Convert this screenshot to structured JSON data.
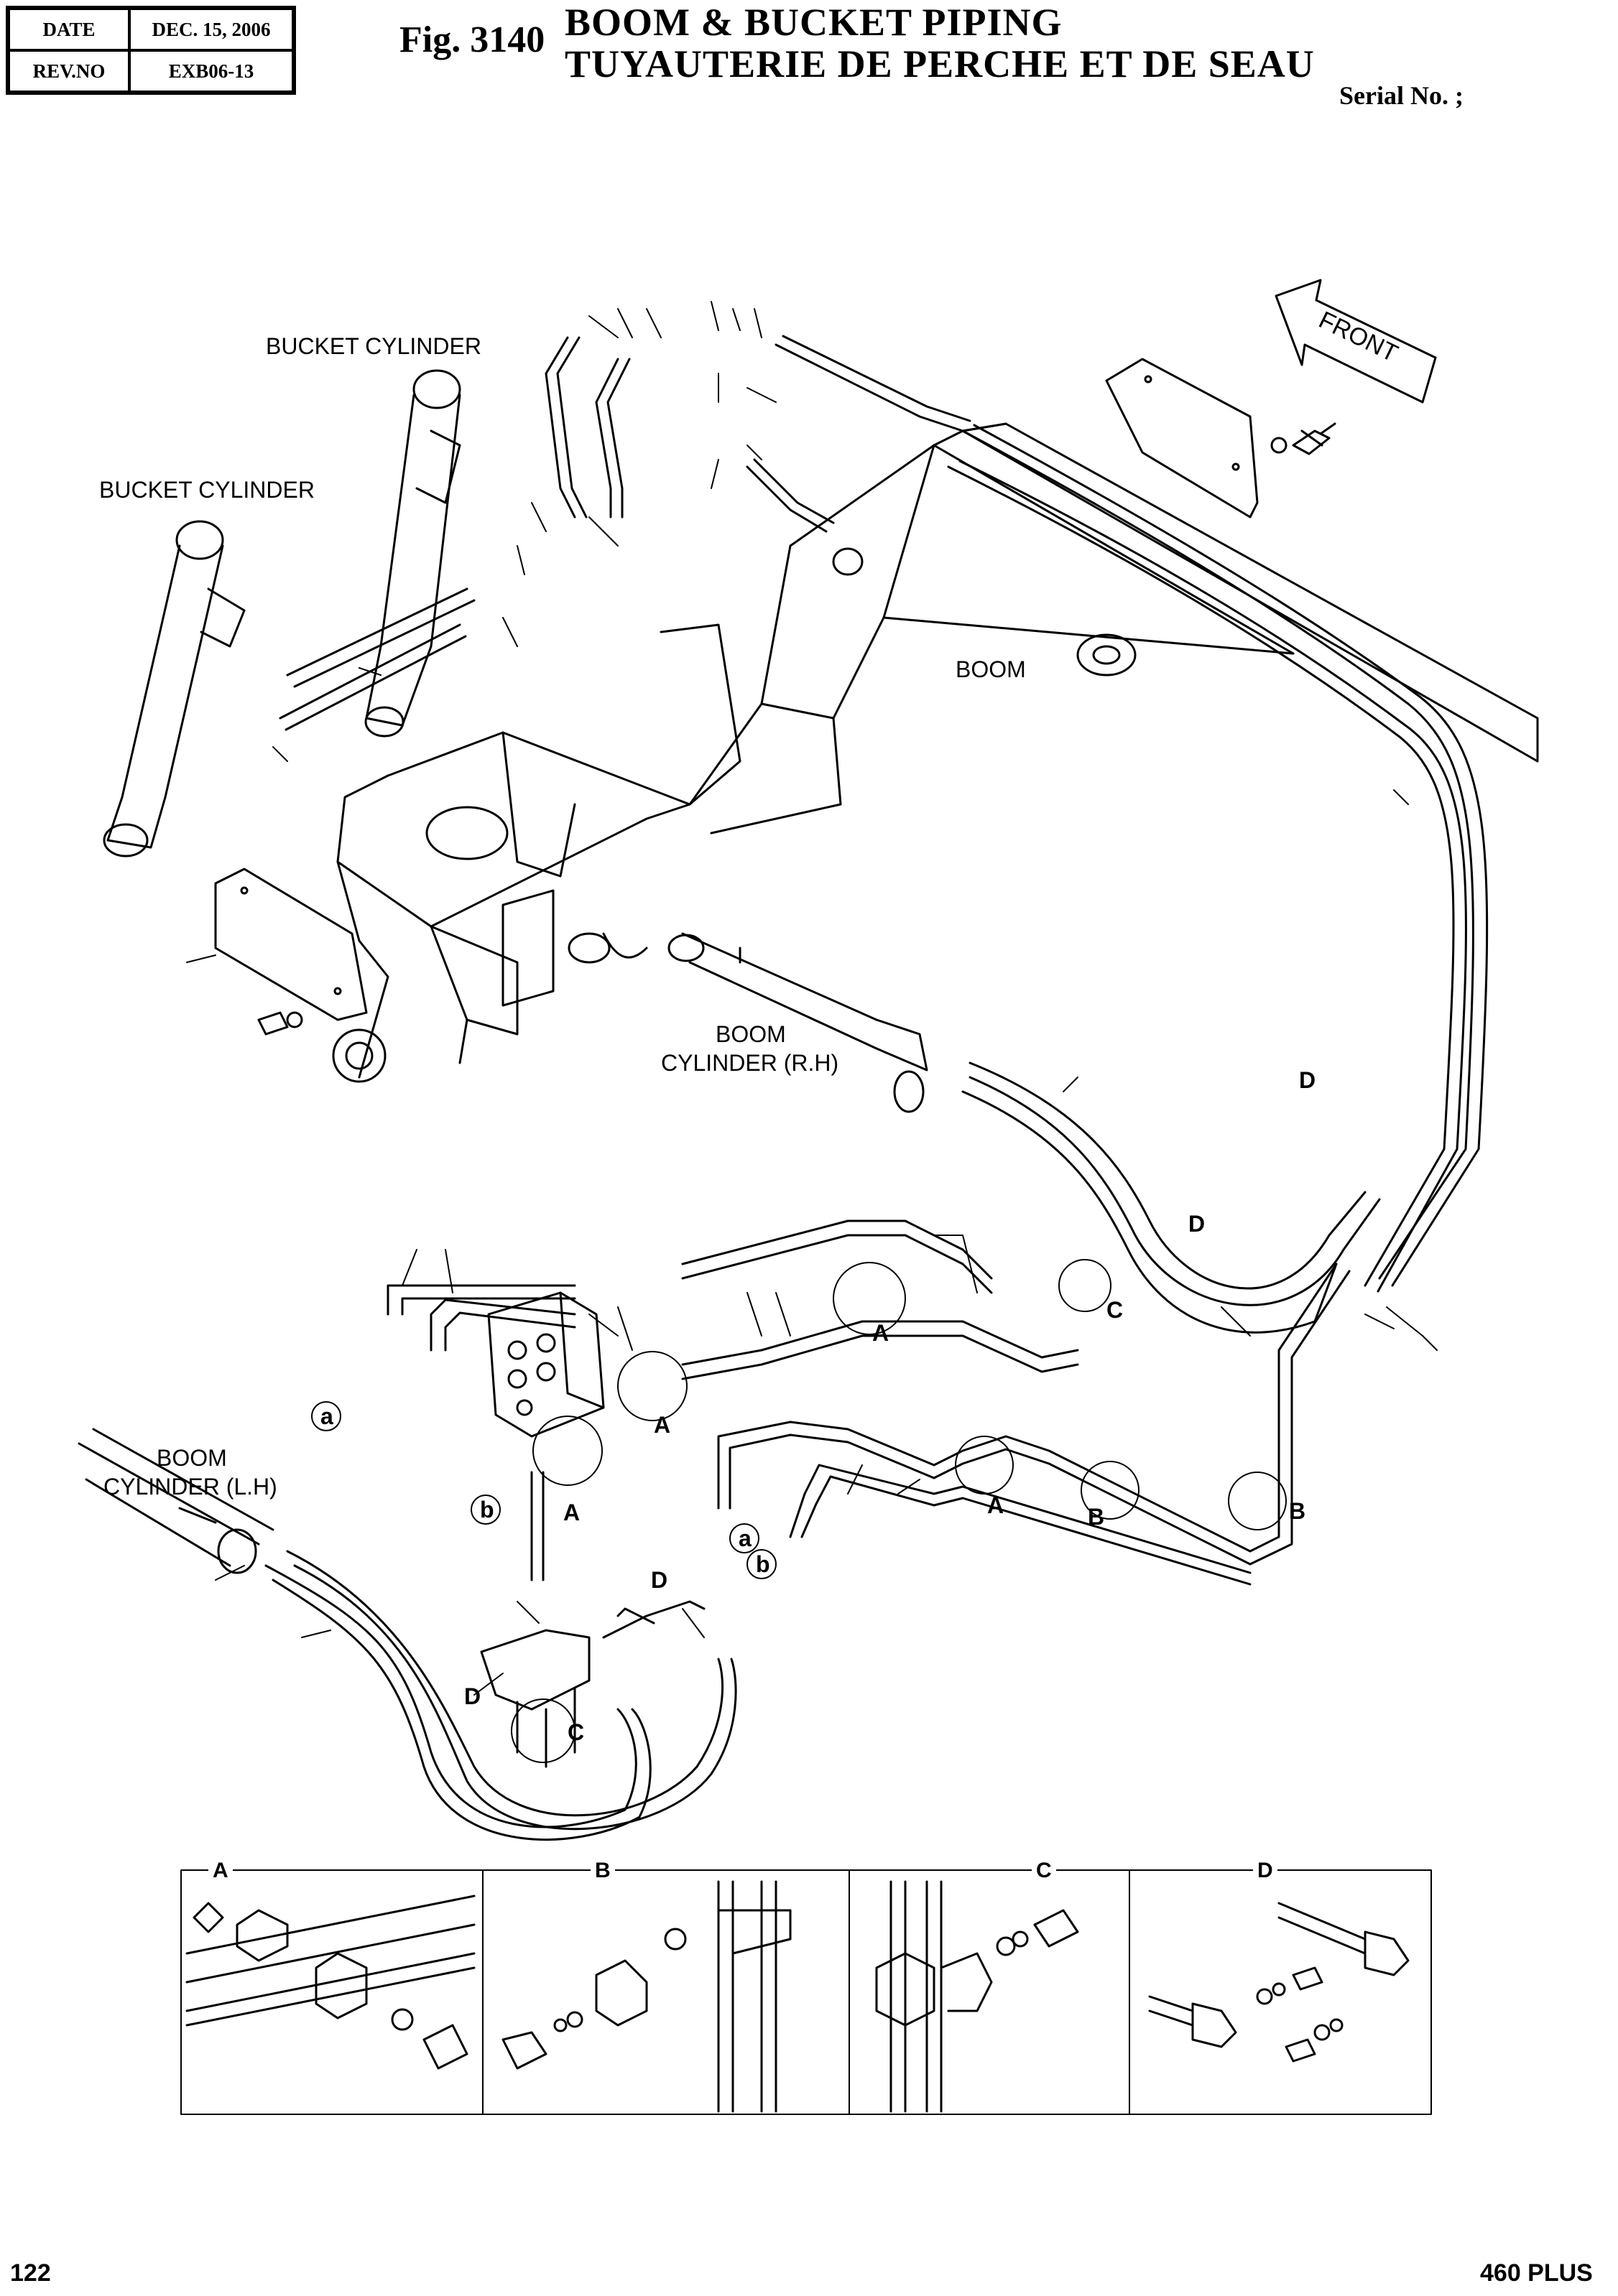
{
  "header": {
    "date_label": "DATE",
    "date_value": "DEC. 15, 2006",
    "rev_label": "REV.NO",
    "rev_value": "EXB06-13",
    "fig_number": "Fig. 3140",
    "title_en": "BOOM & BUCKET PIPING",
    "title_fr": "TUYAUTERIE DE PERCHE ET DE SEAU",
    "serial": "Serial No. ;"
  },
  "footer": {
    "page_number": "122",
    "model": "460 PLUS"
  },
  "labels": {
    "bucket_cylinder_upper": "BUCKET CYLINDER",
    "bucket_cylinder_lower": "BUCKET CYLINDER",
    "boom": "BOOM",
    "boom_cyl_rh_1": "BOOM",
    "boom_cyl_rh_2": "CYLINDER (R.H)",
    "boom_cyl_lh_1": "BOOM",
    "boom_cyl_lh_2": "CYLINDER (L.H)",
    "front": "FRONT"
  },
  "callouts": {
    "A1": "A",
    "A2": "A",
    "A3": "A",
    "A4": "A",
    "B1": "B",
    "B2": "B",
    "C1": "C",
    "C2": "C",
    "D1": "D",
    "D2": "D",
    "D3": "D",
    "D4": "D",
    "a1": "a",
    "a2": "a",
    "b1": "b",
    "b2": "b"
  },
  "details": {
    "A": "A",
    "B": "B",
    "C": "C",
    "D": "D"
  }
}
